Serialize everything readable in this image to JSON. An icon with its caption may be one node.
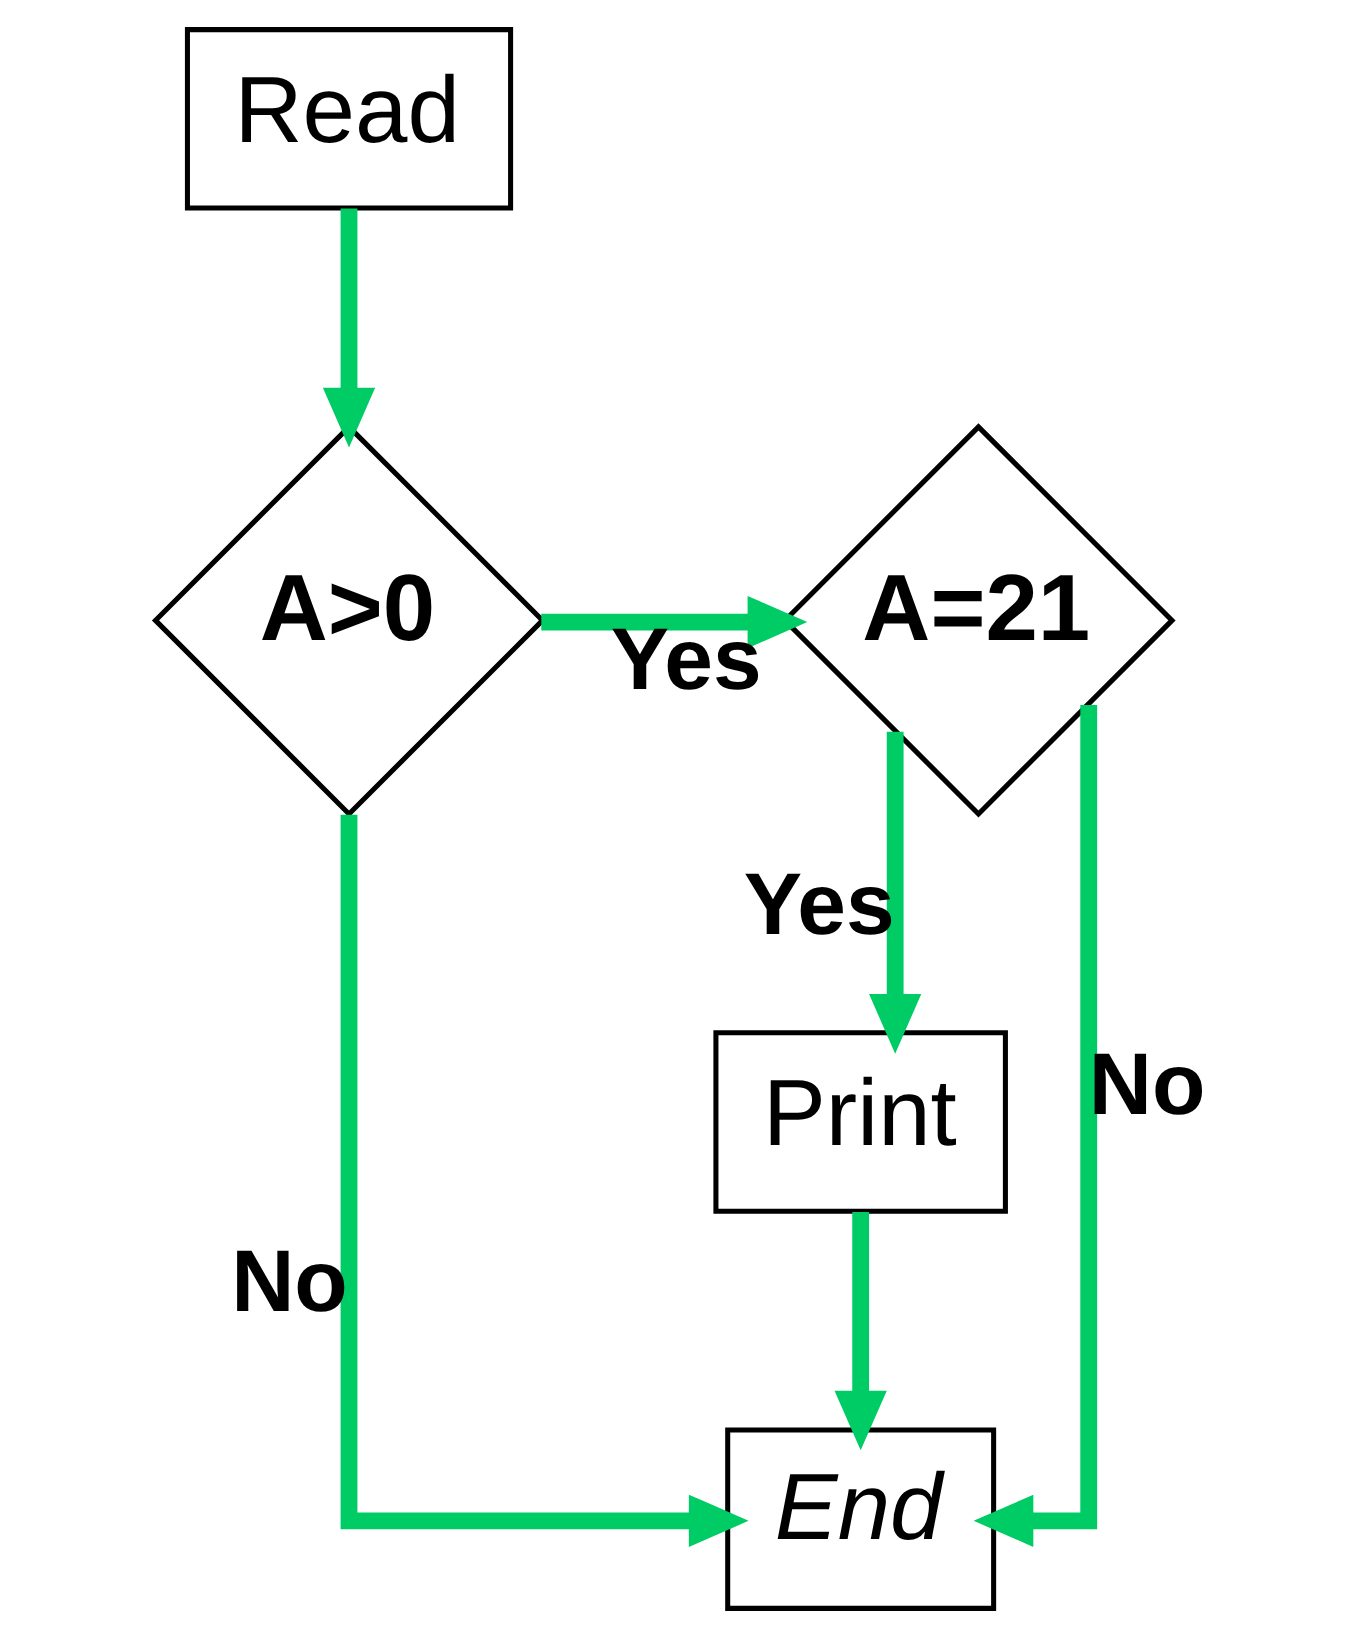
{
  "diagram": {
    "nodes": [
      {
        "text": [
          "Read"
        ]
      },
      {
        "text": [
          "A>0"
        ]
      },
      {
        "text": [
          "A=21"
        ]
      },
      {
        "text": [
          "Print"
        ]
      },
      {
        "text": [
          "End"
        ]
      }
    ],
    "edges": [
      {
        "from": 0,
        "to": 1,
        "arrow": "to"
      },
      {
        "from": 1,
        "to": 2,
        "arrow": "to",
        "label": "Yes"
      },
      {
        "from": 2,
        "to": 3,
        "arrow": "to",
        "label": "Yes"
      },
      {
        "from": 1,
        "to": 4,
        "arrow": "to",
        "label": "No"
      },
      {
        "from": 2,
        "to": 4,
        "arrow": "to",
        "label": "No"
      },
      {
        "from": 3,
        "to": 4,
        "arrow": "to"
      }
    ]
  }
}
